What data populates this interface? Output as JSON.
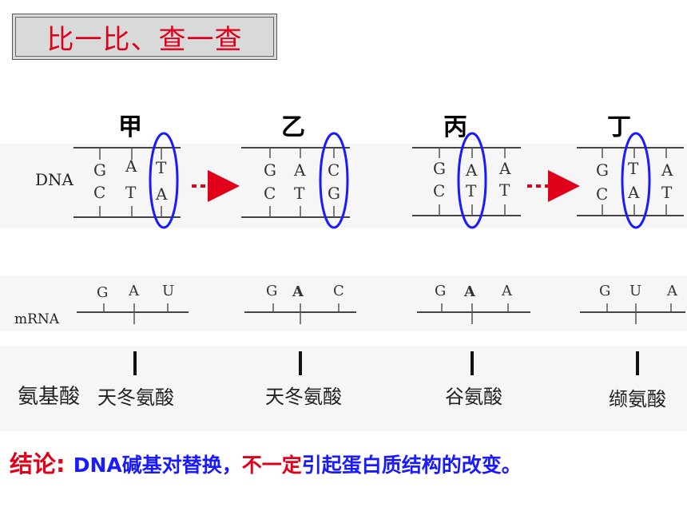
{
  "title": "比一比、查一查",
  "columns": [
    "甲",
    "乙",
    "丙",
    "丁"
  ],
  "row_labels": {
    "dna": "DNA",
    "mrna": "mRNA",
    "aa": "氨基酸"
  },
  "groups": [
    {
      "dna_top": [
        "G",
        "A",
        "T"
      ],
      "dna_bottom": [
        "C",
        "T",
        "A"
      ],
      "mrna": [
        "G",
        "A",
        "U"
      ],
      "amino_acid": "天冬氨酸"
    },
    {
      "dna_top": [
        "G",
        "A",
        "C"
      ],
      "dna_bottom": [
        "C",
        "T",
        "G"
      ],
      "mrna": [
        "G",
        "A",
        "C"
      ],
      "amino_acid": "天冬氨酸"
    },
    {
      "dna_top": [
        "G",
        "A",
        "A"
      ],
      "dna_bottom": [
        "C",
        "T",
        "T"
      ],
      "mrna": [
        "G",
        "A",
        "A"
      ],
      "amino_acid": "谷氨酸"
    },
    {
      "dna_top": [
        "G",
        "T",
        "A"
      ],
      "dna_bottom": [
        "C",
        "A",
        "T"
      ],
      "mrna": [
        "G",
        "U",
        "A"
      ],
      "amino_acid": "缬氨酸"
    }
  ],
  "conclusion": {
    "prefix": "结论:",
    "part1": "DNA碱基对替换，",
    "highlight": "不一定",
    "part2": "引起蛋白质结构的改变。"
  },
  "colors": {
    "title": "#e0001a",
    "circle": "#1a1aff",
    "arrow": "#e0001a",
    "conclusion_red": "#e0001a",
    "conclusion_blue": "#1a1aff"
  }
}
